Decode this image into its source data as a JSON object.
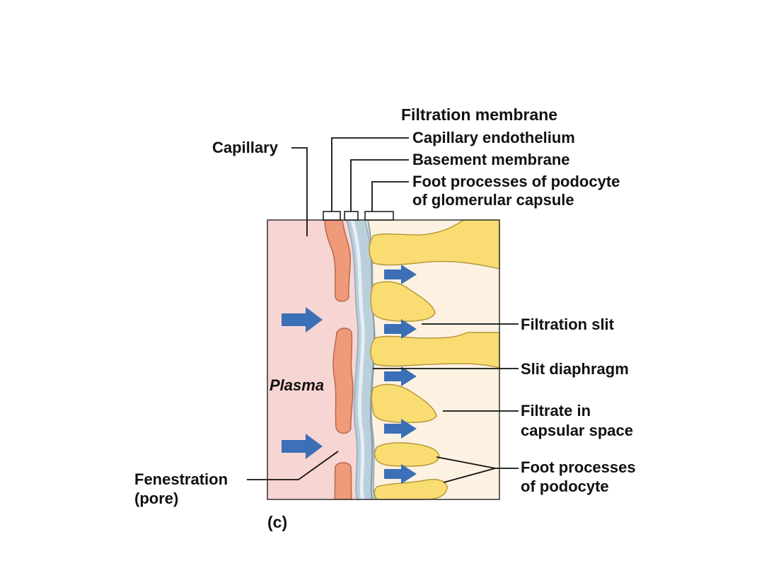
{
  "title": "Filtration membrane",
  "membrane_layers": [
    "Capillary endothelium",
    "Basement membrane",
    "Foot processes of podocyte",
    "of glomerular capsule"
  ],
  "labels": {
    "capillary": "Capillary",
    "plasma": "Plasma",
    "fenestration": "Fenestration",
    "fenestration_sub": "(pore)",
    "filtration_slit": "Filtration slit",
    "slit_diaphragm": "Slit diaphragm",
    "filtrate_line1": "Filtrate in",
    "filtrate_line2": "capsular space",
    "foot_processes_line1": "Foot processes",
    "foot_processes_line2": "of podocyte",
    "panel": "(c)"
  },
  "colors": {
    "plasma_bg": "#f7d5d3",
    "capsular_space": "#fdf2e2",
    "endothelium": "#ef9a78",
    "basement_membrane": "#b9cfdc",
    "podocyte": "#f9dd72",
    "podocyte_outline": "#b8983a",
    "arrow": "#3b6fb6",
    "line": "#111111"
  },
  "icons": {
    "flow_arrow": "right-arrow-icon"
  }
}
